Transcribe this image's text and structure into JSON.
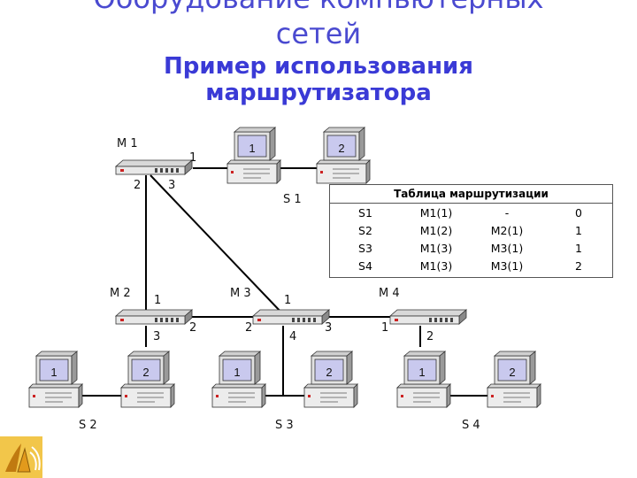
{
  "header": {
    "title_line1": "Оборудование компьютерных",
    "title_line2": "сетей",
    "subtitle_line1": "Пример использования",
    "subtitle_line2": "маршрутизатора"
  },
  "routers": {
    "m1": "M 1",
    "m2": "M 2",
    "m3": "M 3",
    "m4": "M 4"
  },
  "ports": {
    "m1_p1": "1",
    "m1_p2": "2",
    "m1_p3": "3",
    "m2_p1": "1",
    "m2_p2": "2",
    "m2_p3": "3",
    "m3_p1": "1",
    "m3_p2": "2",
    "m3_p3": "3",
    "m3_p4": "4",
    "m4_p1": "1",
    "m4_p2": "2"
  },
  "segments": {
    "s1": "S 1",
    "s2": "S 2",
    "s3": "S 3",
    "s4": "S 4"
  },
  "computers": {
    "s1_a": "1",
    "s1_b": "2",
    "s2_a": "1",
    "s2_b": "2",
    "s3_a": "1",
    "s3_b": "2",
    "s4_a": "1",
    "s4_b": "2"
  },
  "routing_table": {
    "title": "Таблица маршрутизации",
    "rows": [
      [
        "S1",
        "M1(1)",
        "-",
        "0"
      ],
      [
        "S2",
        "M1(2)",
        "M2(1)",
        "1"
      ],
      [
        "S3",
        "M1(3)",
        "M3(1)",
        "1"
      ],
      [
        "S4",
        "M1(3)",
        "M3(1)",
        "2"
      ]
    ]
  },
  "colors": {
    "title": "#4a4ad0",
    "screen": "#c9c9ee",
    "line": "#000000"
  },
  "logo": {
    "icon": "logo-icon"
  }
}
